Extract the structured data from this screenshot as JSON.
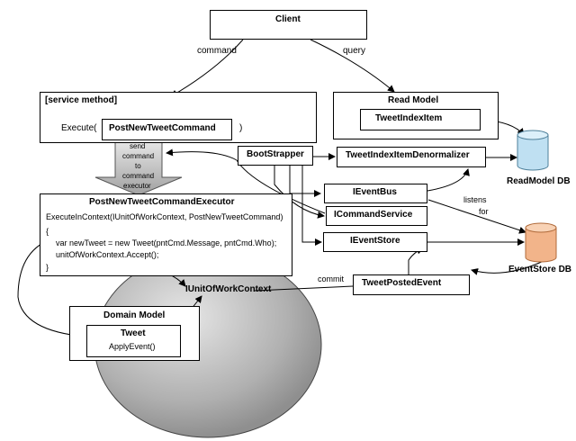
{
  "client": "Client",
  "edge_labels": {
    "command": "command",
    "query": "query",
    "listens": "listens",
    "for": "for",
    "commit": "commit"
  },
  "service_method": {
    "title": "[service method]",
    "execute": "Execute(",
    "command_name": "PostNewTweetCommand",
    "close_paren": ")"
  },
  "arrow_text": [
    "send",
    "command",
    "to",
    "command",
    "executor"
  ],
  "read_model": {
    "title": "Read Model",
    "item": "TweetIndexItem"
  },
  "bootstrapper": "BootStrapper",
  "denormalizer": "TweetIndexItemDenormalizer",
  "executor": {
    "title": "PostNewTweetCommandExecutor",
    "lines": [
      "ExecuteInContext(IUnitOfWorkContext, PostNewTweetCommand)",
      "{",
      "var newTweet = new Tweet(pntCmd.Message, pntCmd.Who);",
      "unitOfWorkContext.Accept();",
      "}"
    ]
  },
  "interfaces": {
    "event_bus": "IEventBus",
    "command_service": "ICommandService",
    "event_store": "IEventStore",
    "unit_of_work": "IUnitOfWorkContext"
  },
  "tweet_posted_event": "TweetPostedEvent",
  "domain_model": {
    "title": "Domain Model",
    "tweet": "Tweet",
    "apply_event": "ApplyEvent()"
  },
  "databases": {
    "read_model_db": "ReadModel DB",
    "event_store_db": "EventStore DB"
  },
  "colors": {
    "read_db": "#bfe0f2",
    "event_db": "#f2b48a",
    "circle": "#a8a8a8",
    "arrow": "#c8c8c8"
  }
}
